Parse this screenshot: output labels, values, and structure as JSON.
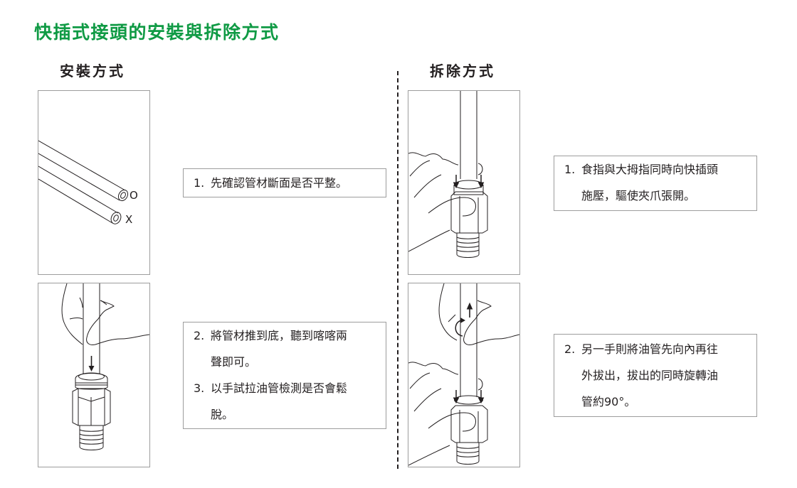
{
  "page": {
    "title": "快插式接頭的安裝與拆除方式"
  },
  "install": {
    "heading": "安裝方式",
    "figure1_labels": {
      "good": "O",
      "bad": "X"
    },
    "steps": [
      {
        "number": "1.",
        "lines": [
          "先確認管材斷面是否平整。"
        ]
      },
      {
        "number": "2.",
        "lines": [
          "將管材推到底，聽到喀喀兩",
          "聲即可。"
        ]
      },
      {
        "number": "3.",
        "lines": [
          "以手試拉油管檢測是否會鬆",
          "脫。"
        ]
      }
    ]
  },
  "remove": {
    "heading": "拆除方式",
    "steps": [
      {
        "number": "1.",
        "lines": [
          "食指與大拇指同時向快插頭",
          "施壓，驅使夾爪張開。"
        ]
      },
      {
        "number": "2.",
        "lines": [
          "另一手則將油管先向內再往",
          "外拔出，拔出的同時旋轉油",
          "管約90°。"
        ]
      }
    ]
  },
  "colors": {
    "title": "#0f9a44",
    "text": "#231f20",
    "border": "#9d9d9d"
  }
}
